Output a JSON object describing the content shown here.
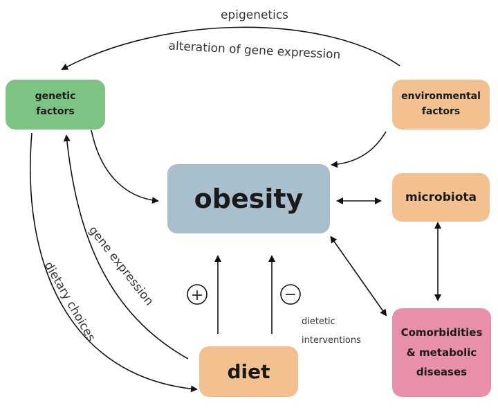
{
  "nodes": {
    "genetic": {
      "line1": "genetic",
      "line2": "factors",
      "color": "#7dc383"
    },
    "environmental": {
      "line1": "environmental",
      "line2": "factors",
      "color": "#f3c190"
    },
    "obesity": {
      "label": "obesity",
      "color": "#a9bfcd"
    },
    "microbiota": {
      "label": "microbiota",
      "color": "#f3c190"
    },
    "diet": {
      "label": "diet",
      "color": "#f3c190"
    },
    "comorbidities": {
      "line1": "Comorbidities",
      "line2": "& metabolic",
      "line3": "diseases",
      "color": "#e88faa"
    }
  },
  "edge_labels": {
    "epigenetics": "epigenetics",
    "alteration": "alteration of gene expression",
    "gene_expression": "gene expression",
    "dietary_choices": "dietary choices",
    "dietetic_1": "dietetic",
    "dietetic_2": "interventions",
    "plus": "+",
    "minus": "−"
  }
}
